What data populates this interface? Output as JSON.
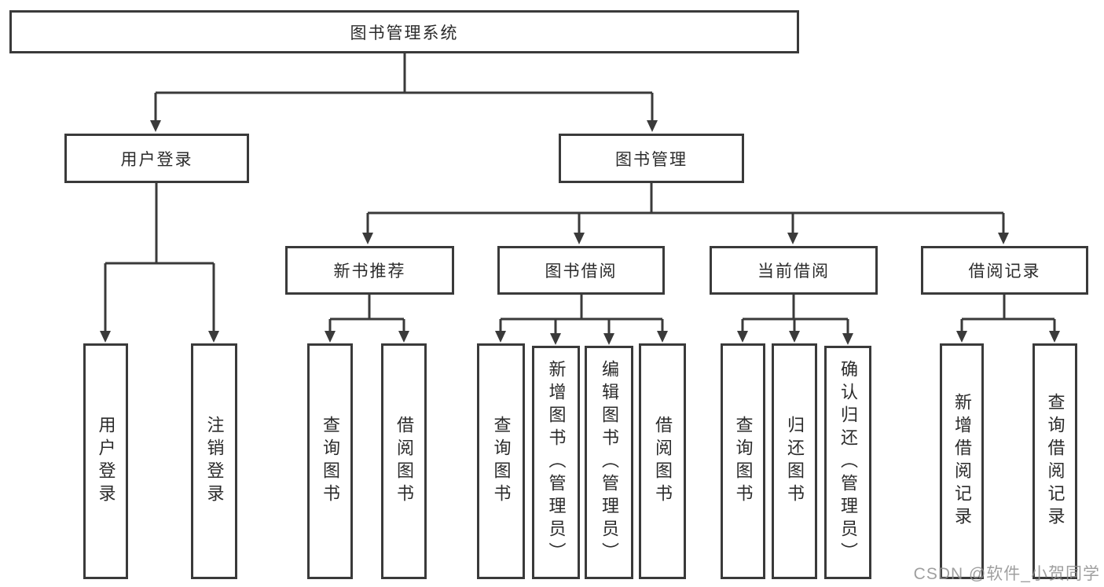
{
  "colors": {
    "line": "#3a3a3a",
    "box_border": "#3a3a3a",
    "box_background": "#ffffff",
    "text": "#2b2b2b",
    "watermark": "#8f8f8f"
  },
  "diagram": {
    "type": "tree",
    "root": {
      "label": "图书管理系统"
    },
    "branches": [
      {
        "label": "用户登录",
        "children": [
          {
            "label": "用户登录"
          },
          {
            "label": "注销登录"
          }
        ]
      },
      {
        "label": "图书管理",
        "children": [
          {
            "label": "新书推荐",
            "children": [
              {
                "label": "查询图书"
              },
              {
                "label": "借阅图书"
              }
            ]
          },
          {
            "label": "图书借阅",
            "children": [
              {
                "label": "查询图书"
              },
              {
                "label": "新增图书（管理员）"
              },
              {
                "label": "编辑图书（管理员）"
              },
              {
                "label": "借阅图书"
              }
            ]
          },
          {
            "label": "当前借阅",
            "children": [
              {
                "label": "查询图书"
              },
              {
                "label": "归还图书"
              },
              {
                "label": "确认归还（管理员）"
              }
            ]
          },
          {
            "label": "借阅记录",
            "children": [
              {
                "label": "新增借阅记录"
              },
              {
                "label": "查询借阅记录"
              }
            ]
          }
        ]
      }
    ]
  },
  "watermark": {
    "text": "CSDN @软件_小贺同学"
  }
}
